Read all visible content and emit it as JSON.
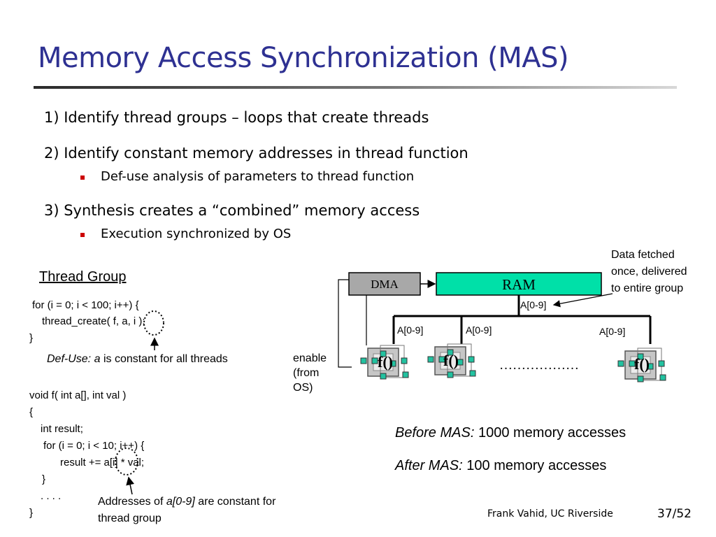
{
  "slide": {
    "title": "Memory Access Synchronization (MAS)",
    "points": [
      {
        "text": "1) Identify thread groups – loops that create threads"
      },
      {
        "text": "2) Identify constant memory addresses in thread function",
        "sub": "Def-use analysis of parameters to thread function"
      },
      {
        "text": "3) Synthesis creates a “combined” memory access",
        "sub": "Execution synchronized by OS"
      }
    ]
  },
  "thread_group": {
    "heading": "Thread Group",
    "code": [
      "for (i = 0; i < 100; i++) {",
      "thread_create( f, a, i );",
      "}"
    ],
    "defuse_label": "Def-Use:",
    "defuse_var": "a",
    "defuse_rest": "is constant for all threads"
  },
  "function_code": {
    "lines": [
      "void f( int a[], int val )",
      "{",
      "int result;",
      "for (i = 0; i < 10; i++) {",
      "result += a[i] * val;",
      "}",
      ". . . .",
      "}"
    ],
    "note_prefix": "Addresses of",
    "note_var": "a[0-9]",
    "note_suffix": "are constant for",
    "note_line2": "thread group"
  },
  "diagram": {
    "data_note": [
      "Data fetched",
      "once, delivered",
      "to entire group"
    ],
    "dma_label": "DMA",
    "ram_label": "RAM",
    "address_labels": [
      "A[0-9]",
      "A[0-9]",
      "A[0-9]",
      "A[0-9]"
    ],
    "enable_label": [
      "enable",
      "(from",
      "OS)"
    ],
    "function_label": "f()",
    "ellipsis": "………………",
    "colors": {
      "ram": "#00e0a8",
      "dma": "#a8a8a8",
      "chip_pin": "#22c2a0"
    }
  },
  "results": {
    "before_label": "Before MAS:",
    "before_value": "1000 memory accesses",
    "after_label": "After MAS:",
    "after_value": "100 memory accesses"
  },
  "footer": {
    "author": "Frank Vahid, UC Riverside",
    "page": "37/52"
  }
}
